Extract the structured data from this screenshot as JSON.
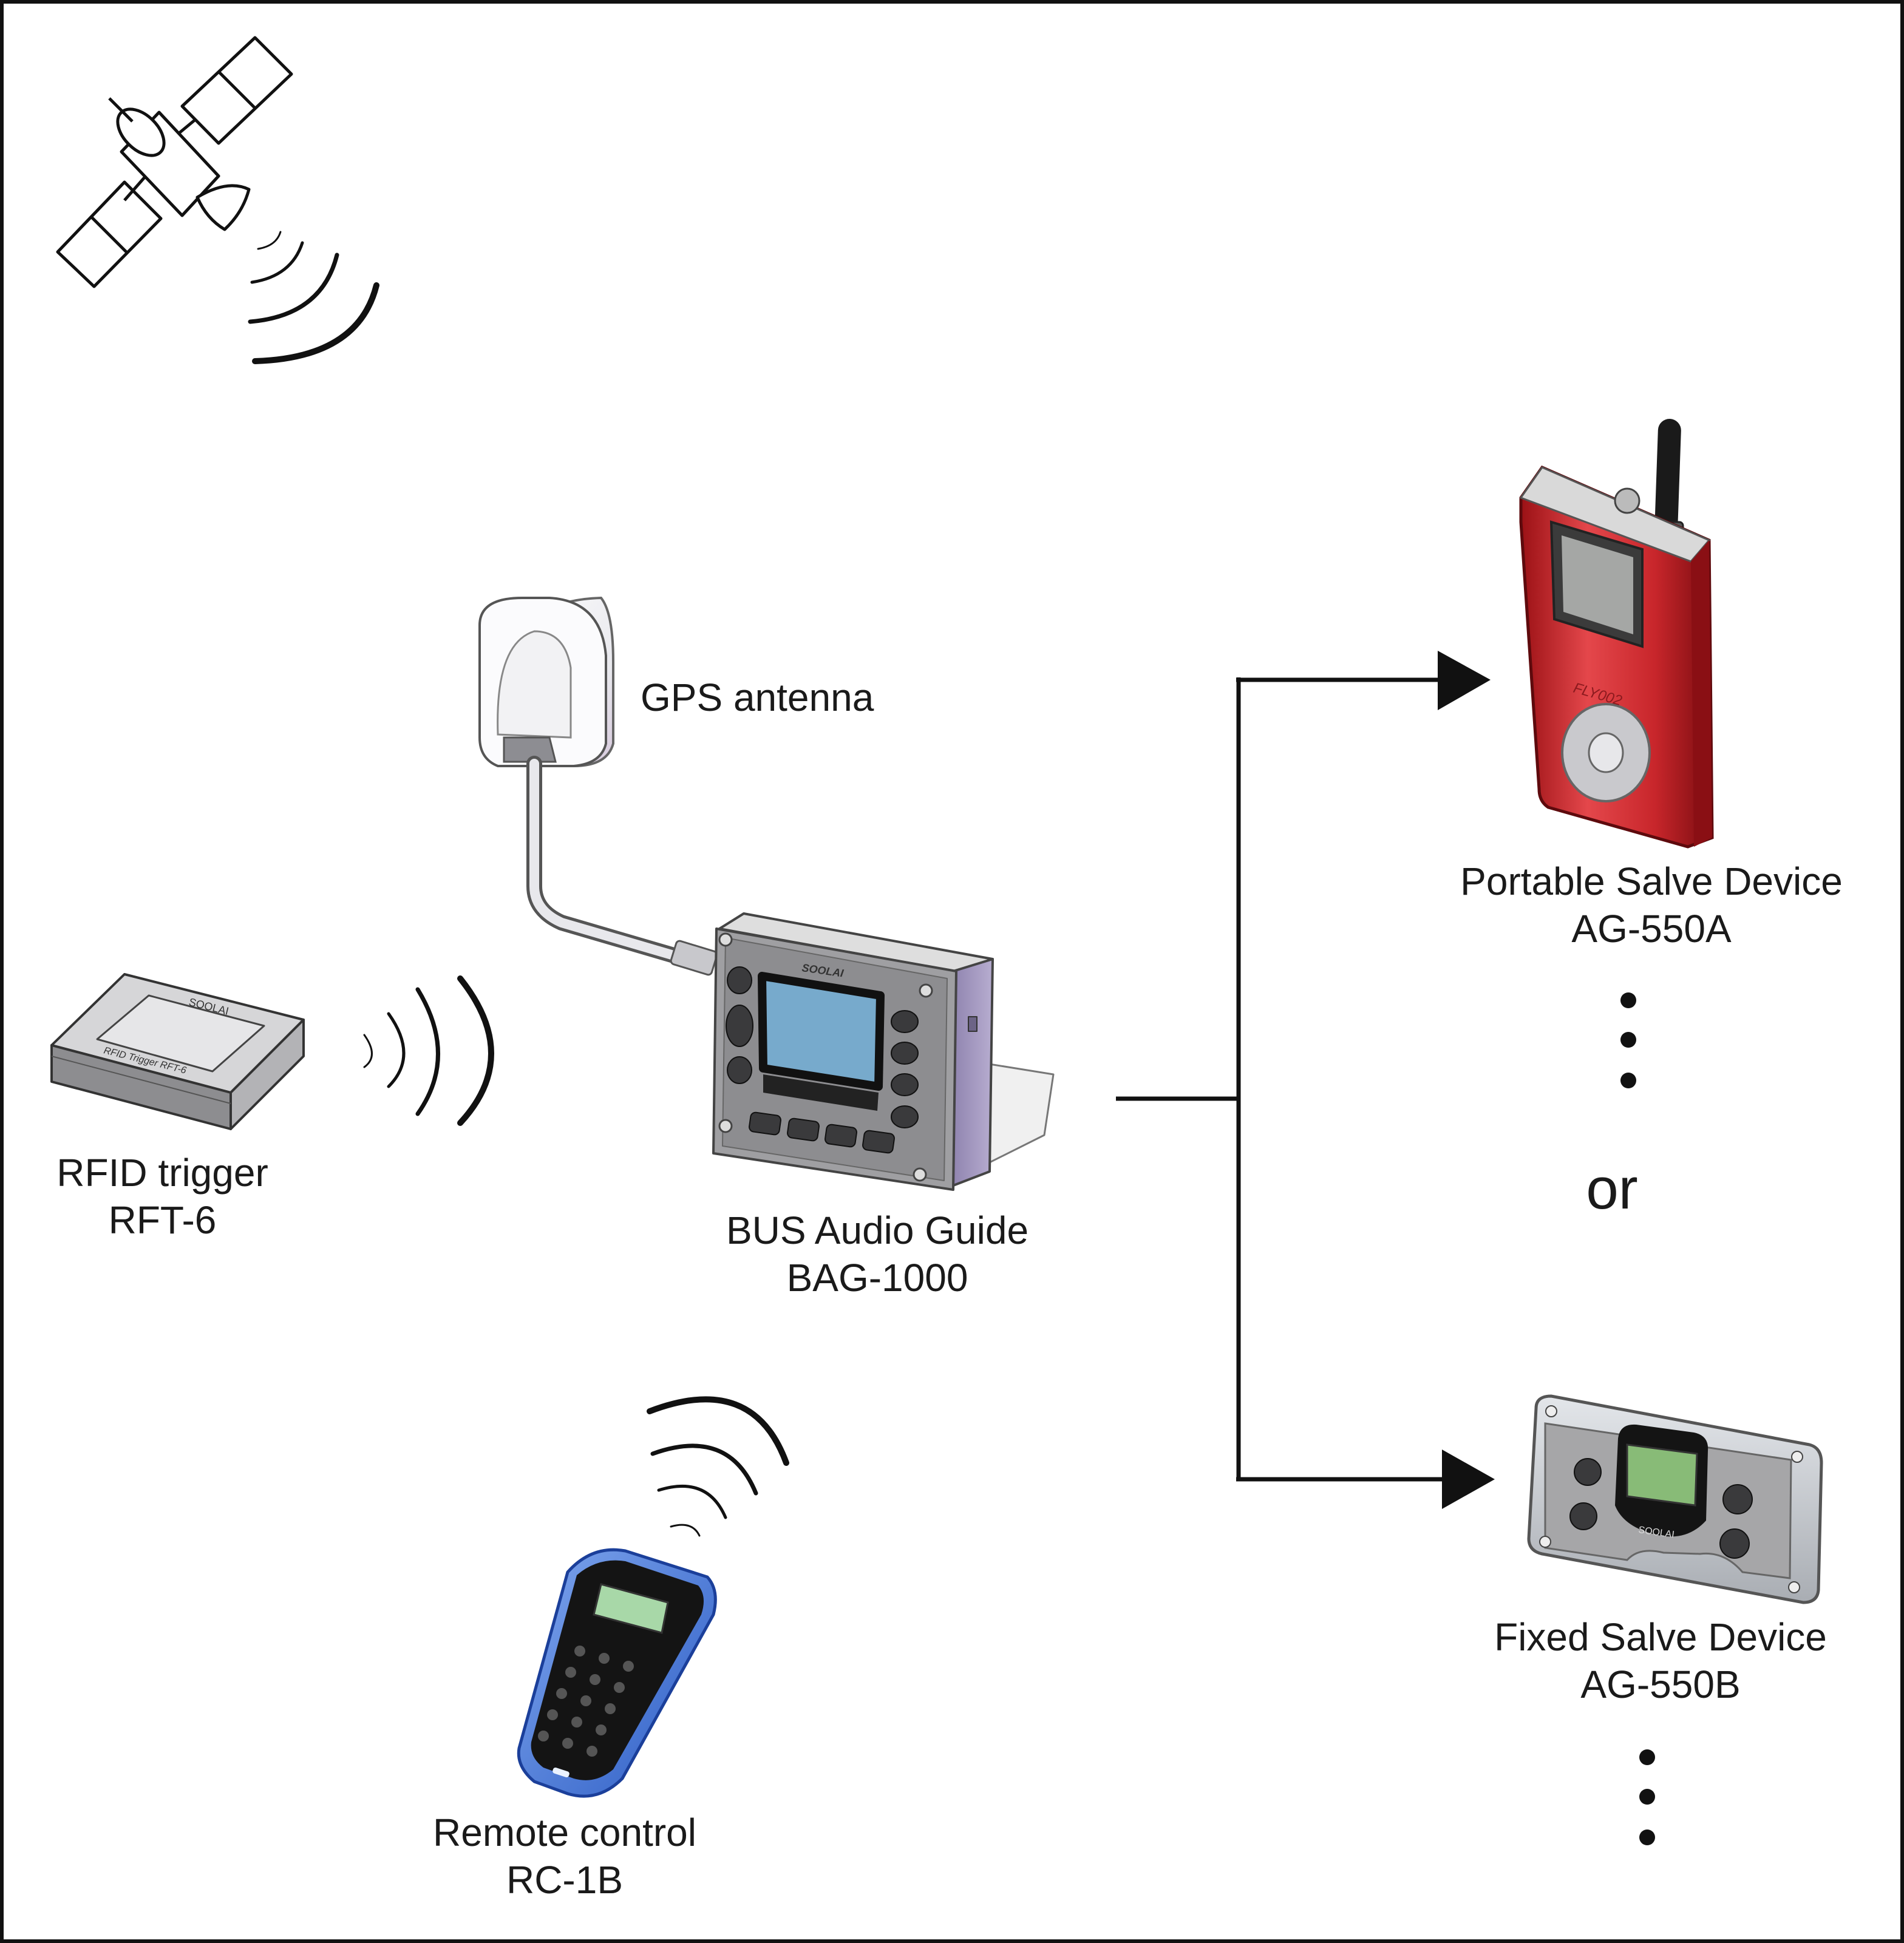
{
  "labels": {
    "gps_antenna": "GPS antenna",
    "rfid_name": "RFID trigger",
    "rfid_model": "RFT-6",
    "bus_name": "BUS Audio Guide",
    "bus_model": "BAG-1000",
    "portable_name": "Portable Salve Device",
    "portable_model": "AG-550A",
    "or": "or",
    "fixed_name": "Fixed Salve Device",
    "fixed_model": "AG-550B",
    "remote_name": "Remote control",
    "remote_model": "RC-1B"
  },
  "device_branding": {
    "brand": "SOOLAI",
    "rfid_case_text": "RFID Trigger RFT-6"
  },
  "colors": {
    "line": "#111111",
    "screen_blue": "#77aacc",
    "screen_green": "#88bb77",
    "portable_red": "#c8262b",
    "remote_blue": "#4a7bd8",
    "panel_gray": "#9a9a9a",
    "case_purple": "#a69bc2"
  }
}
